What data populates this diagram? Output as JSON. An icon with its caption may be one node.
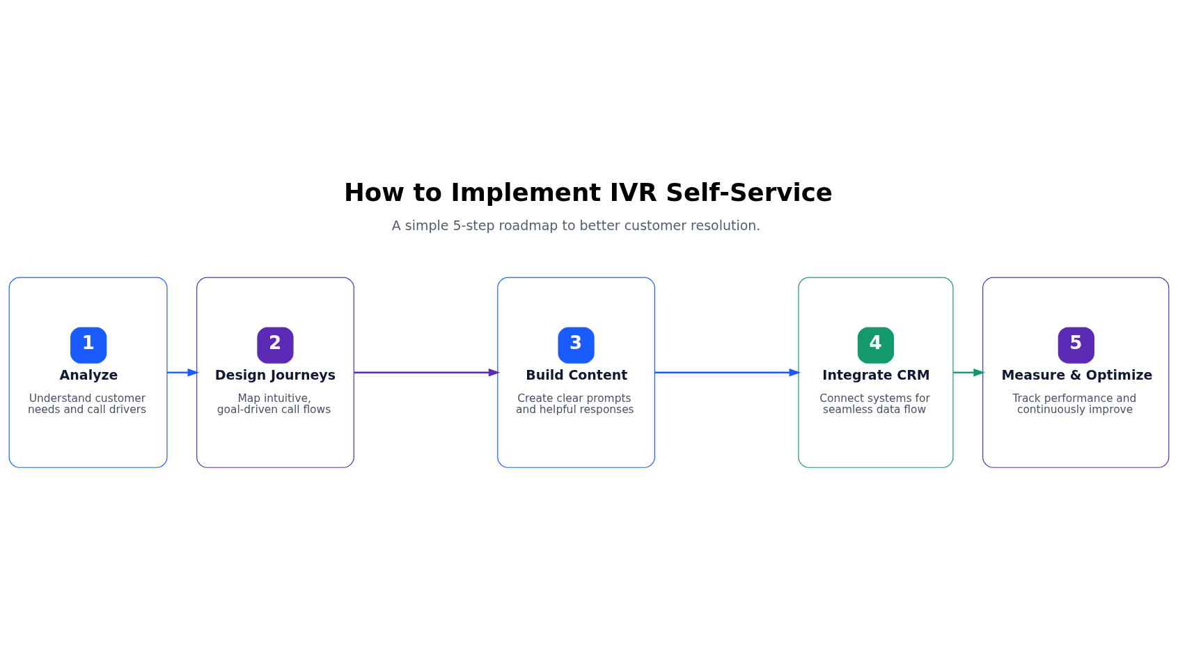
{
  "diagram": {
    "title": "How to Implement IVR Self-Service",
    "nodes": [
      {
        "text": [
          "1",
          "Analyze",
          "Understand customer needs and call drivers"
        ]
      },
      {
        "text": [
          "2",
          "Design Journeys",
          "Map intuitive, goal-driven call flows"
        ]
      },
      {
        "text": [
          "3",
          "Build Content",
          "Create clear prompts and helpful responses"
        ]
      },
      {
        "text": [
          "4",
          "Integrate CRM",
          "Connect systems for seamless data flow"
        ]
      },
      {
        "text": [
          "5",
          "Measure & Optimize",
          "Track performance and continuously improve"
        ]
      }
    ],
    "edges": [
      {
        "from": 0,
        "to": 1,
        "arrow": "to",
        "color": "#1a5cff"
      },
      {
        "from": 1,
        "to": 2,
        "arrow": "to",
        "color": "#5b2bb5"
      },
      {
        "from": 2,
        "to": 3,
        "arrow": "to",
        "color": "#1a5cff"
      },
      {
        "from": 3,
        "to": 4,
        "arrow": "to",
        "color": "#149a6a"
      }
    ],
    "labels": [
      "A simple 5-step roadmap to better customer resolution."
    ]
  }
}
